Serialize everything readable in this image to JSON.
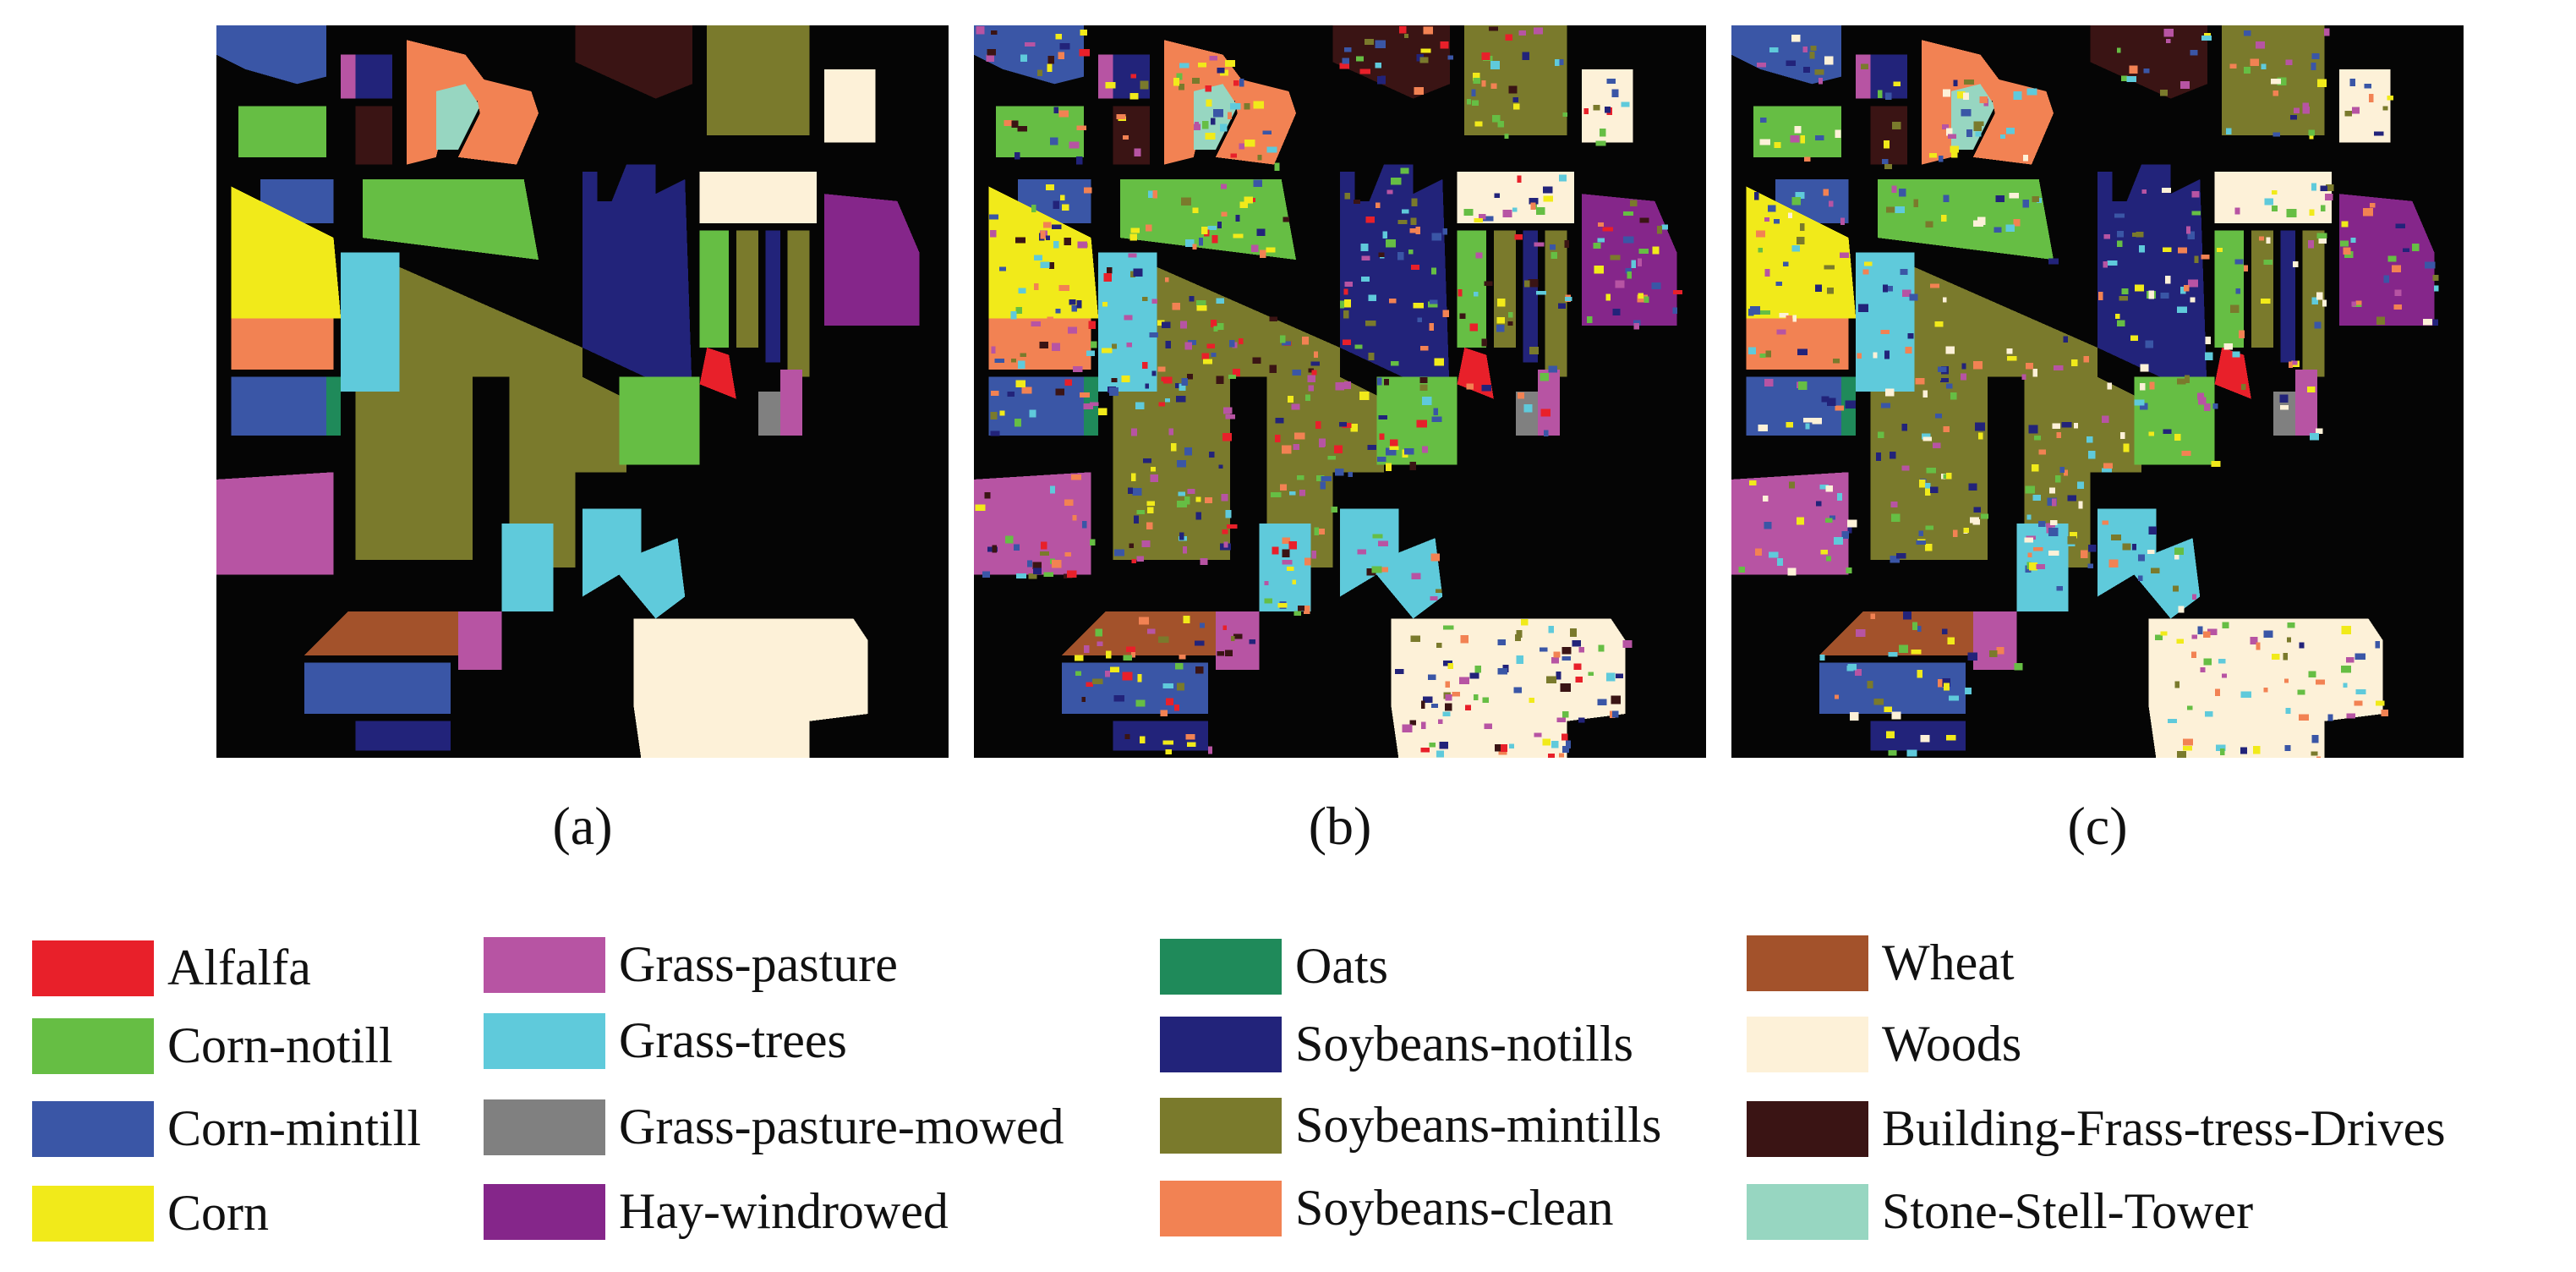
{
  "panels": [
    {
      "id": "a",
      "caption": "(a)"
    },
    {
      "id": "b",
      "caption": "(b)"
    },
    {
      "id": "c",
      "caption": "(c)"
    }
  ],
  "legend": [
    {
      "label": "Alfalfa",
      "color": "#e8202a"
    },
    {
      "label": "Corn-notill",
      "color": "#66be44"
    },
    {
      "label": "Corn-mintill",
      "color": "#3a56a6"
    },
    {
      "label": "Corn",
      "color": "#f1ea1a"
    },
    {
      "label": "Grass-pasture",
      "color": "#b754a3"
    },
    {
      "label": "Grass-trees",
      "color": "#5fcadb"
    },
    {
      "label": "Grass-pasture-mowed",
      "color": "#808080"
    },
    {
      "label": "Hay-windrowed",
      "color": "#85268a"
    },
    {
      "label": "Oats",
      "color": "#1f8a5a"
    },
    {
      "label": "Soybeans-notills",
      "color": "#22237a"
    },
    {
      "label": "Soybeans-mintills",
      "color": "#7a7a2c"
    },
    {
      "label": "Soybeans-clean",
      "color": "#f28253"
    },
    {
      "label": "Wheat",
      "color": "#a3522b"
    },
    {
      "label": "Woods",
      "color": "#fdf1d8"
    },
    {
      "label": "Building-Frass-tress-Drives",
      "color": "#3a1414"
    },
    {
      "label": "Stone-Stell-Tower",
      "color": "#97d6c1"
    }
  ]
}
